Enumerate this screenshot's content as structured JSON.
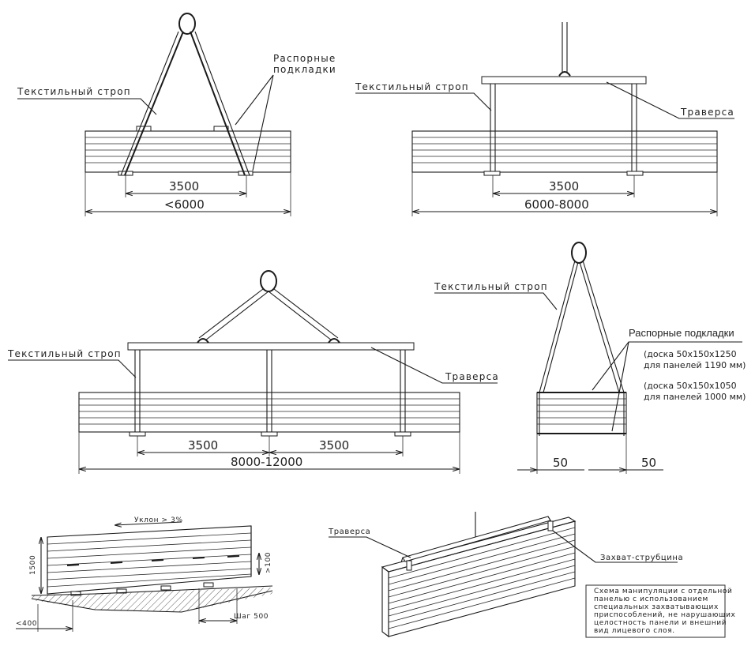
{
  "labels": {
    "textile_sling": "Текстильный строп",
    "spacers_line1": "Распорные",
    "spacers_line2": "подкладки",
    "traverse": "Траверса",
    "spacers_full": "Распорные подкладки",
    "board1_line1": "(доска 50х150х1250",
    "board1_line2": "для панелей 1190 мм)",
    "board2_line1": "(доска 50х150х1050",
    "board2_line2": "для панелей 1000 мм)",
    "slope": "Уклон > 3%",
    "clamp": "Захват-струбцина"
  },
  "dims": {
    "d3500": "3500",
    "lt6000": "<6000",
    "r6000_8000": "6000-8000",
    "r8000_12000": "8000-12000",
    "d50": "50",
    "d1500": "1500",
    "ge100": ">100",
    "step500": "Шаг 500",
    "le400": "<400"
  },
  "note": [
    "Схема манипуляции с отдельной",
    "панелью с использованием",
    "специальных захватывающих",
    "приспособлений, не нарушающих",
    "целостность панели и внешний",
    "вид лицевого слоя."
  ]
}
